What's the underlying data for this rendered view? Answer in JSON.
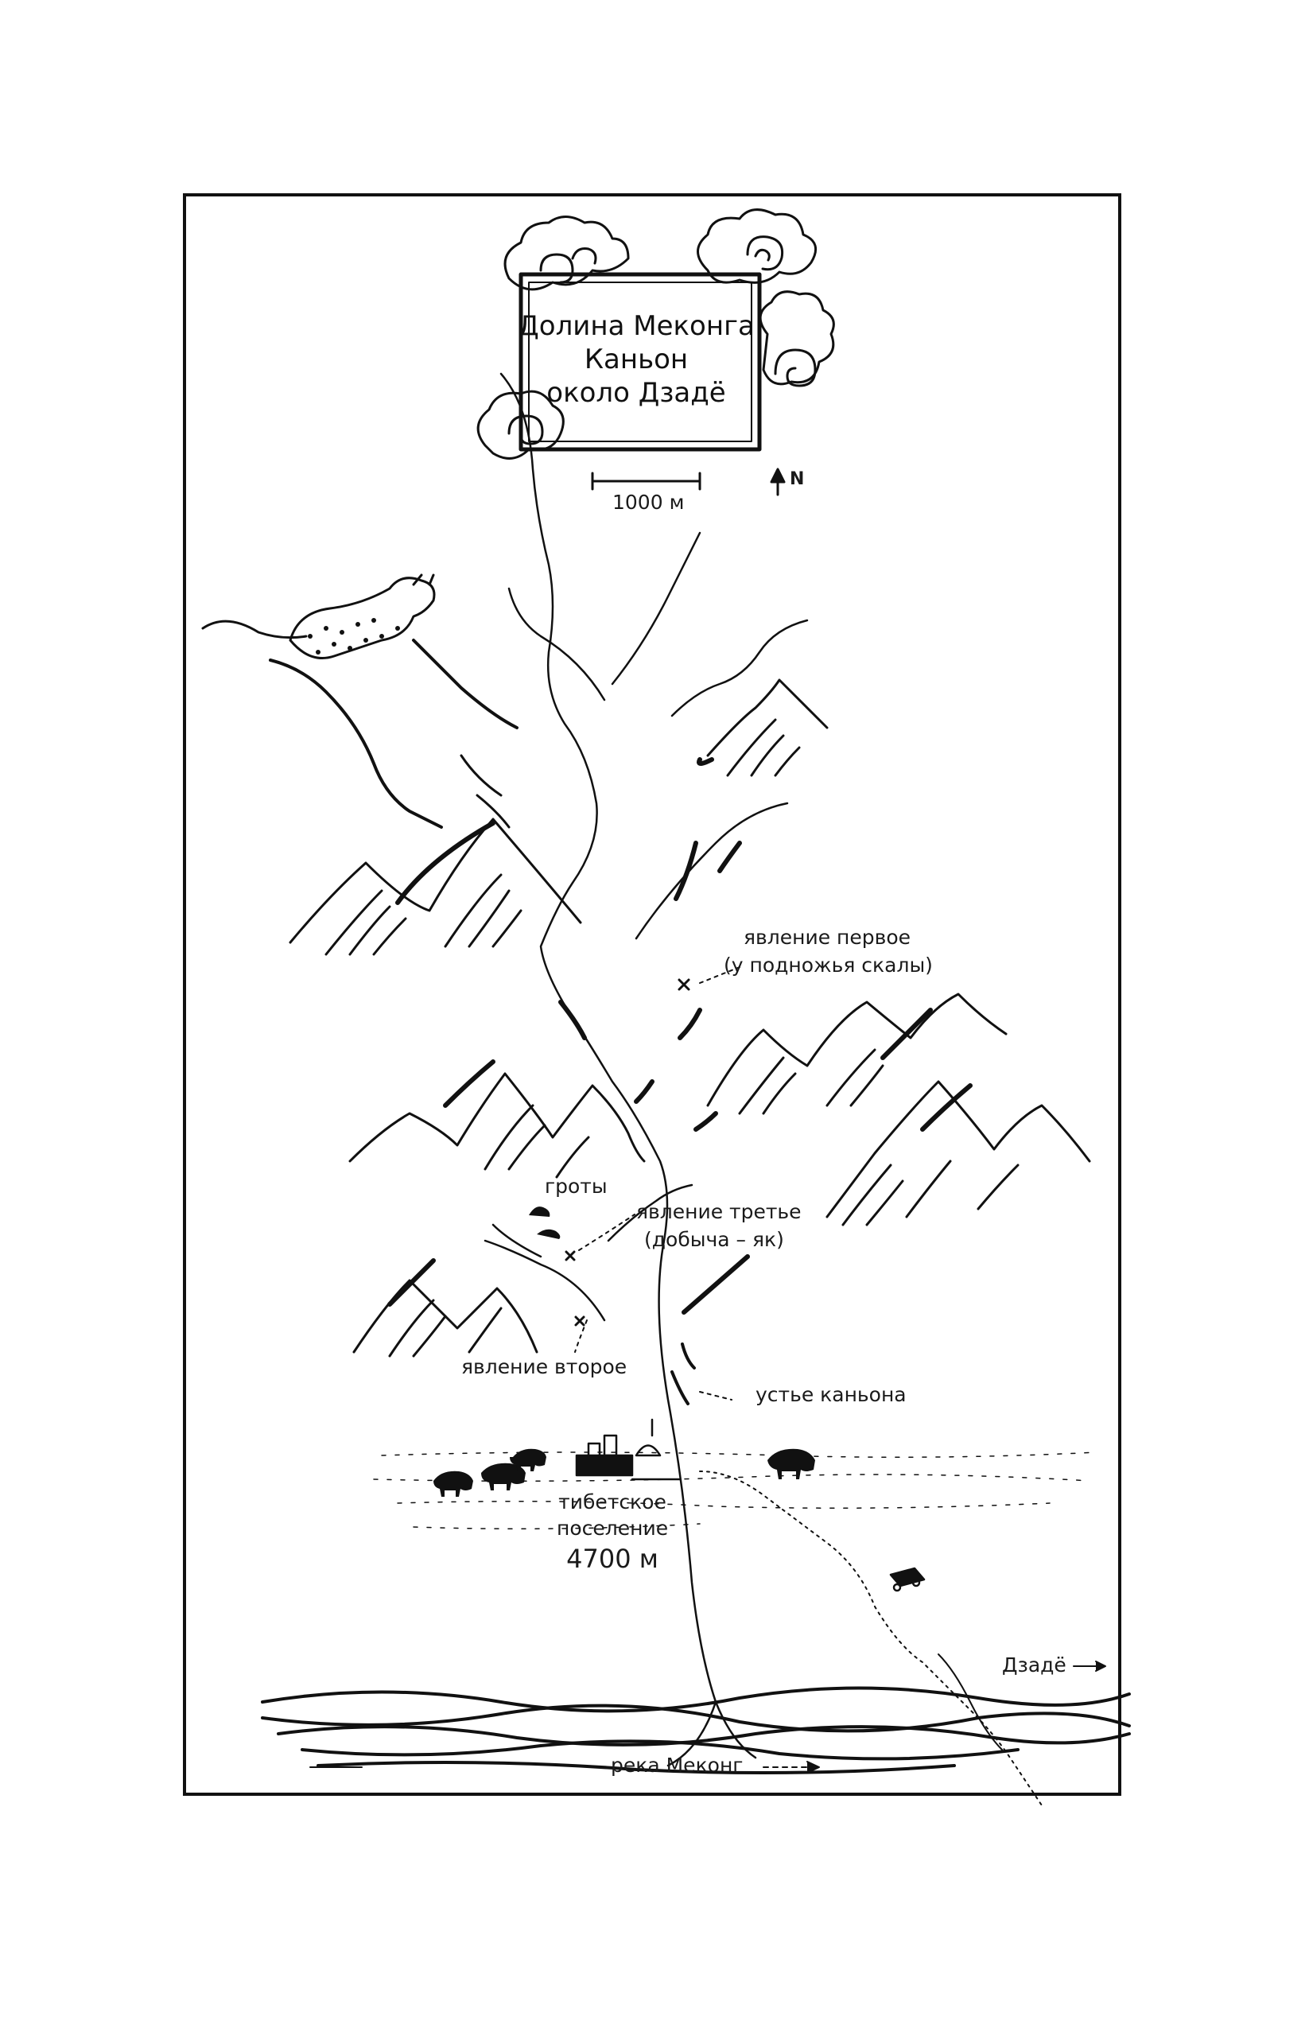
{
  "title": {
    "line1": "Долина Меконга",
    "line2": "Каньон",
    "line3": "около Дзадё"
  },
  "scale": {
    "label": "1000 м"
  },
  "compass": {
    "label": "N"
  },
  "labels": {
    "first_sighting_line1": "явление первое",
    "first_sighting_line2": "(у подножья скалы)",
    "caves": "гроты",
    "third_sighting_line1": "явление третье",
    "third_sighting_line2": "(добыча – як)",
    "second_sighting": "явление второе",
    "canyon_mouth": "устье каньона",
    "settlement_line1": "тибетское",
    "settlement_line2": "поселение",
    "settlement_altitude": "4700 м",
    "dzado": "Дзадё",
    "river": "река Меконг"
  },
  "colors": {
    "ink": "#111111",
    "paper": "#ffffff"
  },
  "icons": [
    "cloud-icon",
    "snow-leopard-icon",
    "mountain-icon",
    "yak-icon",
    "settlement-icon",
    "vehicle-icon",
    "north-arrow-icon",
    "cross-marker-icon",
    "cave-icon"
  ]
}
